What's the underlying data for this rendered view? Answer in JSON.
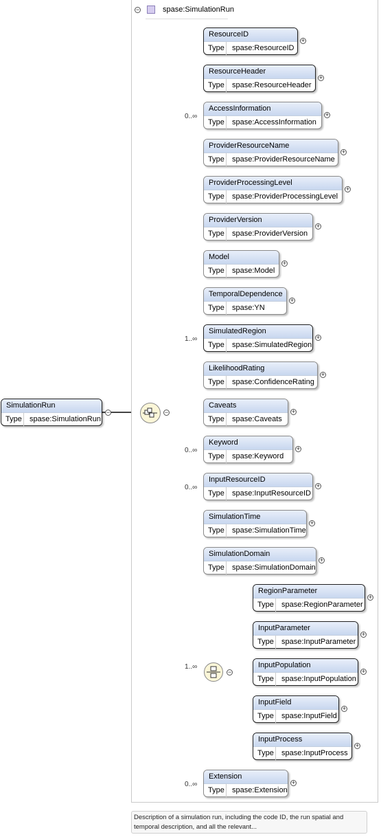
{
  "root": {
    "name": "SimulationRun",
    "type_label": "Type",
    "type_value": "spase:SimulationRun"
  },
  "complex_type": {
    "name": "spase:SimulationRun"
  },
  "sequence_elements": [
    {
      "name": "ResourceID",
      "type_label": "Type",
      "type_value": "spase:ResourceID",
      "occurs": "",
      "mandatory": true
    },
    {
      "name": "ResourceHeader",
      "type_label": "Type",
      "type_value": "spase:ResourceHeader",
      "occurs": "",
      "mandatory": true
    },
    {
      "name": "AccessInformation",
      "type_label": "Type",
      "type_value": "spase:AccessInformation",
      "occurs": "0..∞",
      "mandatory": false
    },
    {
      "name": "ProviderResourceName",
      "type_label": "Type",
      "type_value": "spase:ProviderResourceName",
      "occurs": "",
      "mandatory": false
    },
    {
      "name": "ProviderProcessingLevel",
      "type_label": "Type",
      "type_value": "spase:ProviderProcessingLevel",
      "occurs": "",
      "mandatory": false
    },
    {
      "name": "ProviderVersion",
      "type_label": "Type",
      "type_value": "spase:ProviderVersion",
      "occurs": "",
      "mandatory": false
    },
    {
      "name": "Model",
      "type_label": "Type",
      "type_value": "spase:Model",
      "occurs": "",
      "mandatory": false
    },
    {
      "name": "TemporalDependence",
      "type_label": "Type",
      "type_value": "spase:YN",
      "occurs": "",
      "mandatory": false
    },
    {
      "name": "SimulatedRegion",
      "type_label": "Type",
      "type_value": "spase:SimulatedRegion",
      "occurs": "1..∞",
      "mandatory": true
    },
    {
      "name": "LikelihoodRating",
      "type_label": "Type",
      "type_value": "spase:ConfidenceRating",
      "occurs": "",
      "mandatory": false
    },
    {
      "name": "Caveats",
      "type_label": "Type",
      "type_value": "spase:Caveats",
      "occurs": "",
      "mandatory": false
    },
    {
      "name": "Keyword",
      "type_label": "Type",
      "type_value": "spase:Keyword",
      "occurs": "0..∞",
      "mandatory": false
    },
    {
      "name": "InputResourceID",
      "type_label": "Type",
      "type_value": "spase:InputResourceID",
      "occurs": "0..∞",
      "mandatory": false
    },
    {
      "name": "SimulationTime",
      "type_label": "Type",
      "type_value": "spase:SimulationTime",
      "occurs": "",
      "mandatory": false
    },
    {
      "name": "SimulationDomain",
      "type_label": "Type",
      "type_value": "spase:SimulationDomain",
      "occurs": "",
      "mandatory": false
    }
  ],
  "choice": {
    "occurs": "1..∞",
    "elements": [
      {
        "name": "RegionParameter",
        "type_label": "Type",
        "type_value": "spase:RegionParameter",
        "mandatory": true
      },
      {
        "name": "InputParameter",
        "type_label": "Type",
        "type_value": "spase:InputParameter",
        "mandatory": true
      },
      {
        "name": "InputPopulation",
        "type_label": "Type",
        "type_value": "spase:InputPopulation",
        "mandatory": true
      },
      {
        "name": "InputField",
        "type_label": "Type",
        "type_value": "spase:InputField",
        "mandatory": true
      },
      {
        "name": "InputProcess",
        "type_label": "Type",
        "type_value": "spase:InputProcess",
        "mandatory": true
      }
    ]
  },
  "extension": {
    "name": "Extension",
    "type_label": "Type",
    "type_value": "spase:Extension",
    "occurs": "0..∞",
    "mandatory": false
  },
  "annotation": "Description of a simulation run, including the code ID, the run spatial and temporal description, and all the relevant..."
}
